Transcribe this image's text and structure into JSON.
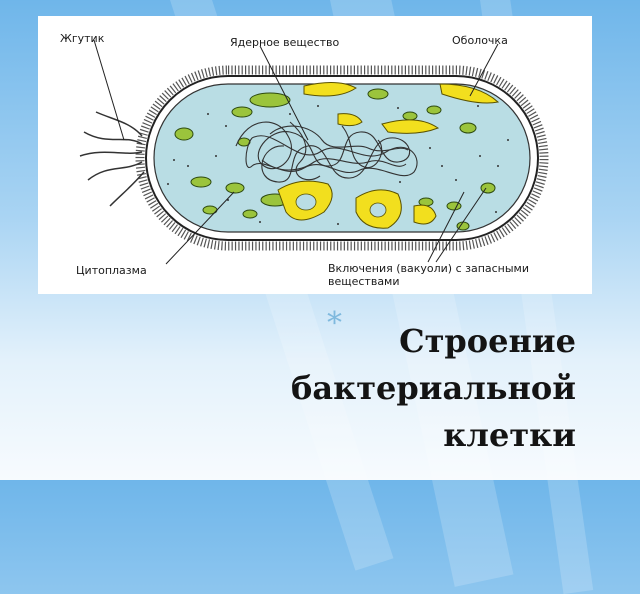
{
  "labels": {
    "flagellum": "Жгутик",
    "nuclear": "Ядерное вещество",
    "shell": "Оболочка",
    "cytoplasm": "Цитоплазма",
    "inclusions_l1": "Включения (вакуоли) с запасными",
    "inclusions_l2": "веществами"
  },
  "slide": {
    "bullet": "*",
    "title_l1": "Строение",
    "title_l2": "бактериальной",
    "title_l3": "клетки"
  },
  "colors": {
    "cytoplasm": "#b9dde4",
    "membrane": "#222222",
    "green_inclusion": "#9bc43c",
    "yellow_inclusion": "#f2df1e",
    "nucleoid": "#333333"
  }
}
